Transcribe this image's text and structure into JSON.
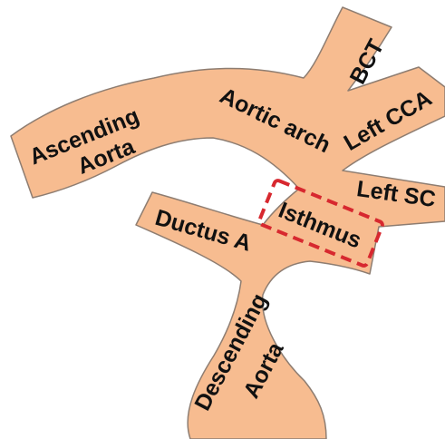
{
  "colors": {
    "vessel_fill": "#f7bc90",
    "vessel_stroke": "#8e7d71",
    "label_color": "#111111",
    "highlight_dash": "#d7282f"
  },
  "labels": {
    "ascending_line1": "Ascending",
    "ascending_line2": "Aorta",
    "aortic_arch": "Aortic arch",
    "bct": "BCT",
    "left_cca": "Left CCA",
    "left_sc": "Left SC",
    "isthmus": "Isthmus",
    "ductus": "Ductus A",
    "descending_line1": "Descending",
    "descending_line2": "Aorta"
  },
  "highlight": {
    "label": "isthmus",
    "style": "dashed-rectangle"
  }
}
